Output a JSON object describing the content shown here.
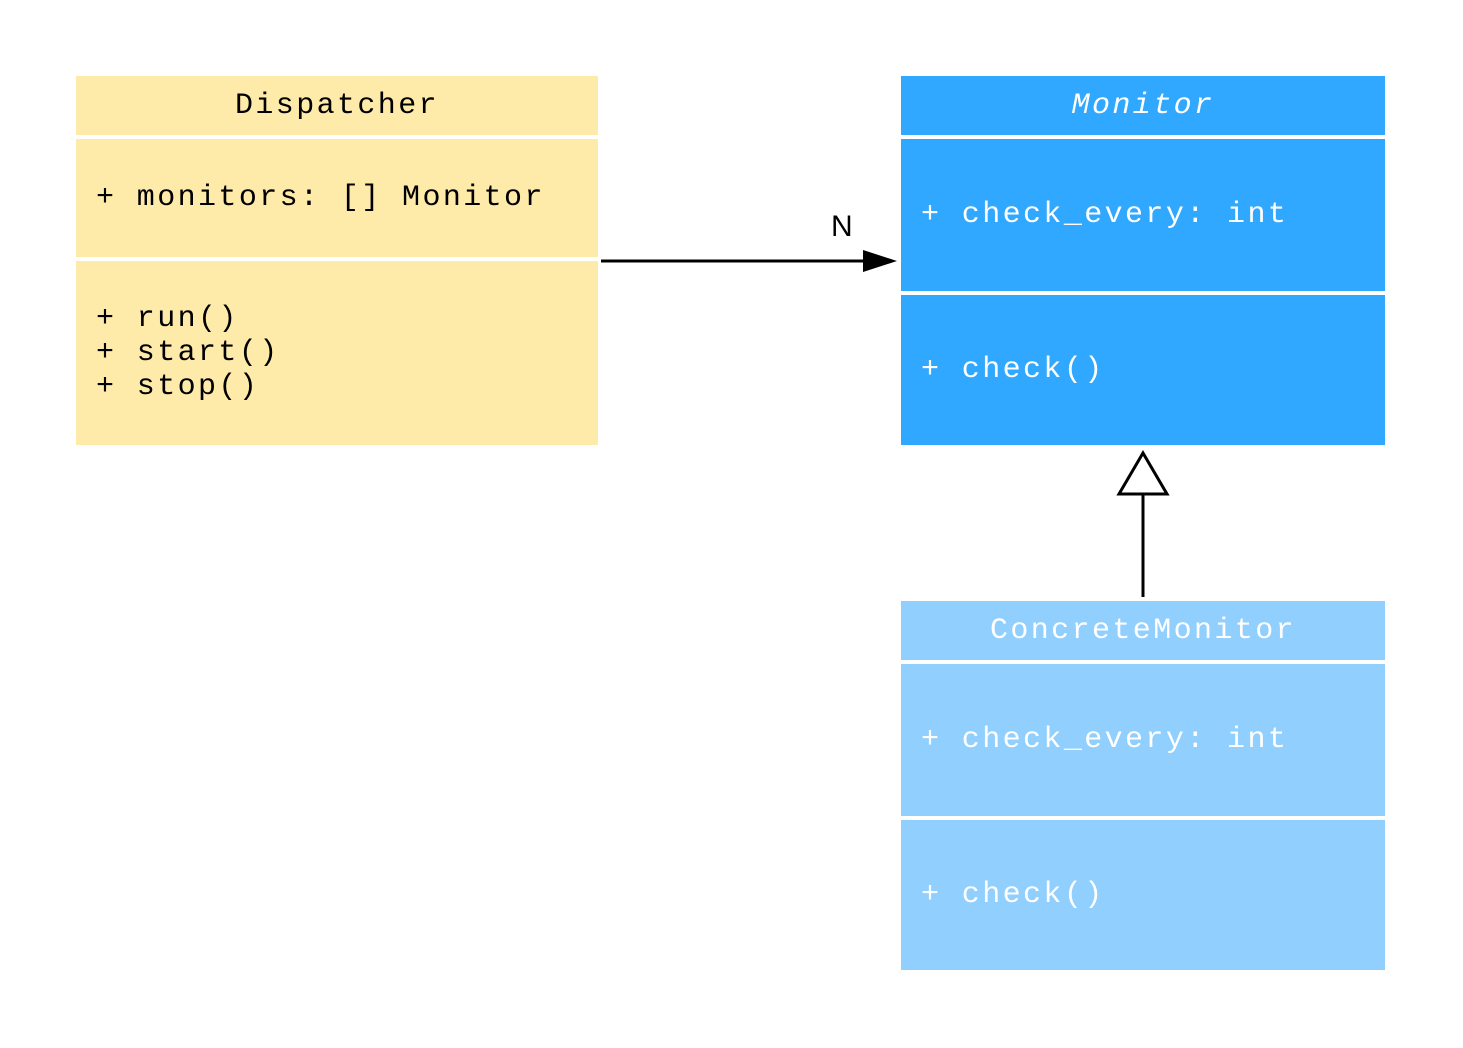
{
  "classes": {
    "dispatcher": {
      "name": "Dispatcher",
      "attributes": "+ monitors: [] Monitor",
      "methods": "+ run()\n+ start()\n+ stop()"
    },
    "monitor": {
      "name": "Monitor",
      "abstract": true,
      "attributes": "+ check_every: int",
      "methods": "+ check()"
    },
    "concrete_monitor": {
      "name": "ConcreteMonitor",
      "attributes": "+ check_every: int",
      "methods": "+ check()"
    }
  },
  "relations": {
    "association": {
      "from": "Dispatcher",
      "to": "Monitor",
      "multiplicity": "N"
    },
    "inheritance": {
      "from": "ConcreteMonitor",
      "to": "Monitor"
    }
  },
  "colors": {
    "dispatcher": "#FEEBAA",
    "monitor": "#31A8FF",
    "concrete_monitor": "#90CFFE"
  }
}
